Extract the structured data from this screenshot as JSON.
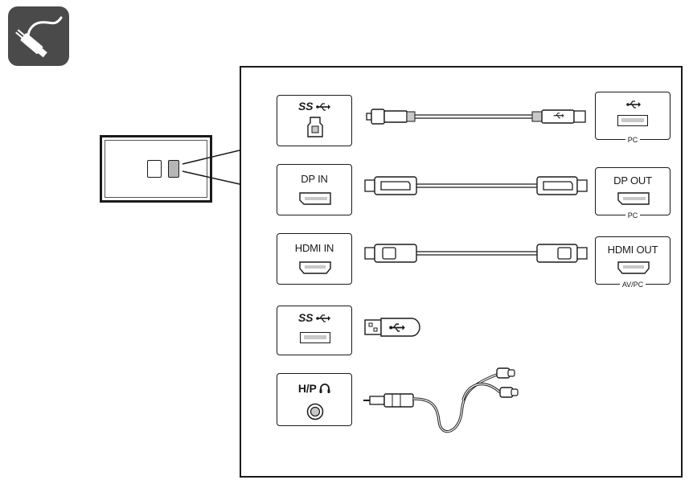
{
  "section_icon": {
    "name": "cable-icon"
  },
  "ports": {
    "usb_upstream": {
      "label": "SS",
      "icon": "usb-trident-icon"
    },
    "dp_in": {
      "label": "DP IN"
    },
    "hdmi_in": {
      "label": "HDMI IN"
    },
    "usb_downstream": {
      "label": "SS",
      "icon": "usb-trident-icon"
    },
    "headphone": {
      "label": "H/P",
      "icon": "headphone-icon"
    }
  },
  "devices": {
    "pc_usb": {
      "icon": "usb-trident-icon",
      "caption": "PC"
    },
    "dp_out": {
      "label": "DP OUT",
      "caption": "PC"
    },
    "hdmi_out": {
      "label": "HDMI OUT",
      "caption": "AV/PC"
    }
  }
}
